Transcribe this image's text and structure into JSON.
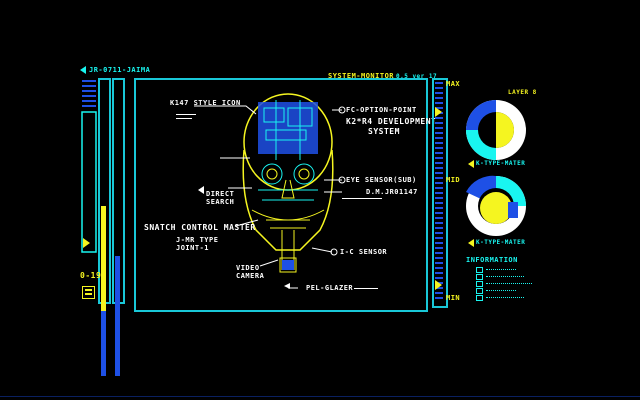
{
  "top_left_title": "JR-0711-JAIMA",
  "top_center_title": "SYSTEM-MONITOR",
  "top_center_sub": "0.5 ver 17",
  "left_gauge": {
    "counter": "0-19",
    "level_main": 0.78,
    "level_b1": 0.55,
    "level_b2": 0.3
  },
  "diagram": {
    "labels": {
      "style_icon": "K147 STYLE ICON",
      "option_point": "FC-OPTION-POINT",
      "dev_system_l1": "K2*R4 DEVELOPMENT",
      "dev_system_l2": "SYSTEM",
      "direct_search_l1": "DIRECT",
      "direct_search_l2": "SEARCH",
      "snatch_master": "SNATCH CONTROL MASTER",
      "jointype_l1": "J-MR TYPE",
      "jointype_l2": "JOINT-1",
      "eye_sensor": "EYE SENSOR(SUB)",
      "dm_code": "D.M.JR01147",
      "ic_sensor": "I-C SENSOR",
      "video_camera_l1": "VIDEO",
      "video_camera_l2": "CAMERA",
      "pel_glazer": "PEL-GLAZER"
    }
  },
  "right_scale": {
    "max": "MAX",
    "mid": "MID",
    "min": "MIN",
    "pointer_top": 0.12,
    "pointer_bottom": 0.9
  },
  "dials": {
    "layer_label": "LAYER 8",
    "dial1_label": "K-TYPE-MATER",
    "dial2_label": "K-TYPE-MATER",
    "dial1_fill": 0.7,
    "dial2_fill": 0.6
  },
  "information": {
    "title": "INFORMATION",
    "rows": 5
  },
  "colors": {
    "cyan": "#19f5f0",
    "yellow": "#f5f520",
    "blue": "#1e50e6",
    "white": "#ffffff"
  }
}
